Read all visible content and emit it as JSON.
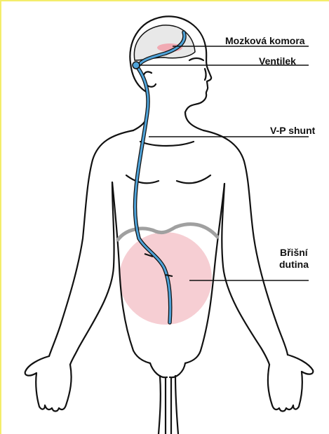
{
  "labels": {
    "ventricle": "Mozková komora",
    "valve": "Ventilek",
    "shunt": "V-P shunt",
    "abdomen_line1": "Břišní",
    "abdomen_line2": "dutina"
  },
  "colors": {
    "frame": "#f4ed6b",
    "outline": "#111111",
    "tube": "#4fa3d9",
    "abdomen": "#f5c6cb",
    "ventricle": "#f1aab3",
    "diaphragm": "#a0a0a0",
    "brain": "#e8e8e8"
  }
}
